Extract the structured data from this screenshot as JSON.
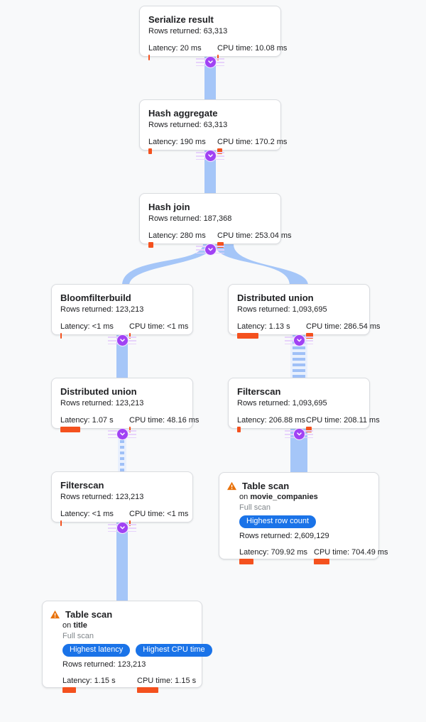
{
  "plan": {
    "nodes": {
      "serialize": {
        "title": "Serialize result",
        "rows": "Rows returned: 63,313",
        "latency": "Latency: 20 ms",
        "cpu": "CPU time: 10.08 ms"
      },
      "hash_aggregate": {
        "title": "Hash aggregate",
        "rows": "Rows returned: 63,313",
        "latency": "Latency: 190 ms",
        "cpu": "CPU time: 170.2 ms"
      },
      "hash_join": {
        "title": "Hash join",
        "rows": "Rows returned: 187,368",
        "latency": "Latency: 280 ms",
        "cpu": "CPU time: 253.04 ms"
      },
      "bloomfilterbuild": {
        "title": "Bloomfilterbuild",
        "rows": "Rows returned: 123,213",
        "latency": "Latency: <1 ms",
        "cpu": "CPU time: <1 ms"
      },
      "dist_union_right": {
        "title": "Distributed union",
        "rows": "Rows returned: 1,093,695",
        "latency": "Latency: 1.13 s",
        "cpu": "CPU time: 286.54 ms"
      },
      "dist_union_left": {
        "title": "Distributed union",
        "rows": "Rows returned: 123,213",
        "latency": "Latency: 1.07 s",
        "cpu": "CPU time: 48.16 ms"
      },
      "filterscan_right": {
        "title": "Filterscan",
        "rows": "Rows returned: 1,093,695",
        "latency": "Latency: 206.88 ms",
        "cpu": "CPU time: 208.11 ms"
      },
      "filterscan_left": {
        "title": "Filterscan",
        "rows": "Rows returned: 123,213",
        "latency": "Latency: <1 ms",
        "cpu": "CPU time: <1 ms"
      },
      "table_scan_right": {
        "title": "Table scan",
        "on_prefix": "on",
        "table": "movie_companies",
        "scan_type": "Full scan",
        "badges": [
          "Highest row count"
        ],
        "rows": "Rows returned: 2,609,129",
        "latency": "Latency: 709.92 ms",
        "cpu": "CPU time: 704.49 ms"
      },
      "table_scan_left": {
        "title": "Table scan",
        "on_prefix": "on",
        "table": "title",
        "scan_type": "Full scan",
        "badges": [
          "Highest latency",
          "Highest CPU time"
        ],
        "rows": "Rows returned: 123,213",
        "latency": "Latency: 1.15 s",
        "cpu": "CPU time: 1.15 s"
      }
    },
    "colors": {
      "background": "#f8f9fa",
      "card_border": "#dadce0",
      "metric_bar": "#f4511e",
      "connector_blue": "#a5c6f8",
      "expand_purple": "#a142f4",
      "badge_blue": "#1a73e8",
      "warning_orange": "#e8710a",
      "muted_text": "#80868b"
    }
  }
}
